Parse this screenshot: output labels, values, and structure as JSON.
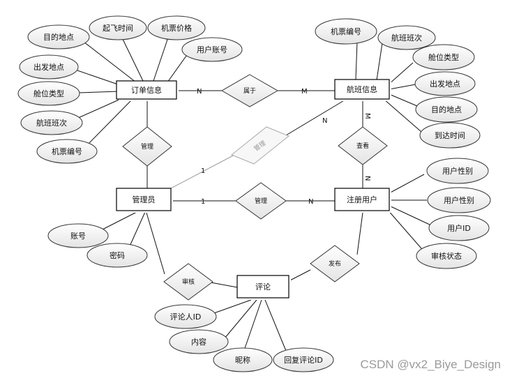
{
  "entities": {
    "order": "订单信息",
    "flight": "航班信息",
    "admin": "管理员",
    "user": "注册用户",
    "comment": "评论"
  },
  "relationships": {
    "belongs": "属于",
    "manage_order": "管理",
    "manage_flight": "管理",
    "view": "查看",
    "manage_user": "管理",
    "review": "审核",
    "publish": "发布"
  },
  "order_attributes": [
    "目的地点",
    "起飞时间",
    "机票价格",
    "用户账号",
    "出发地点",
    "舱位类型",
    "航班班次",
    "机票编号"
  ],
  "flight_attributes": [
    "机票编号",
    "航班班次",
    "舱位类型",
    "出发地点",
    "目的地点",
    "到达时间"
  ],
  "user_attributes": [
    "用户性别",
    "用户性别",
    "用户ID",
    "审核状态"
  ],
  "admin_attributes": [
    "账号",
    "密码"
  ],
  "comment_attributes": [
    "评论人ID",
    "内容",
    "昵称",
    "回复评论ID"
  ],
  "cardinalities": {
    "order_belongs": "N",
    "belongs_flight": "M",
    "admin_manage_flight": "1",
    "manage_flight_end": "N",
    "flight_view": "M",
    "view_user": "N",
    "admin_manage_user": "1",
    "manage_user_end": "N"
  },
  "watermark": "CSDN @vx2_Biye_Design"
}
